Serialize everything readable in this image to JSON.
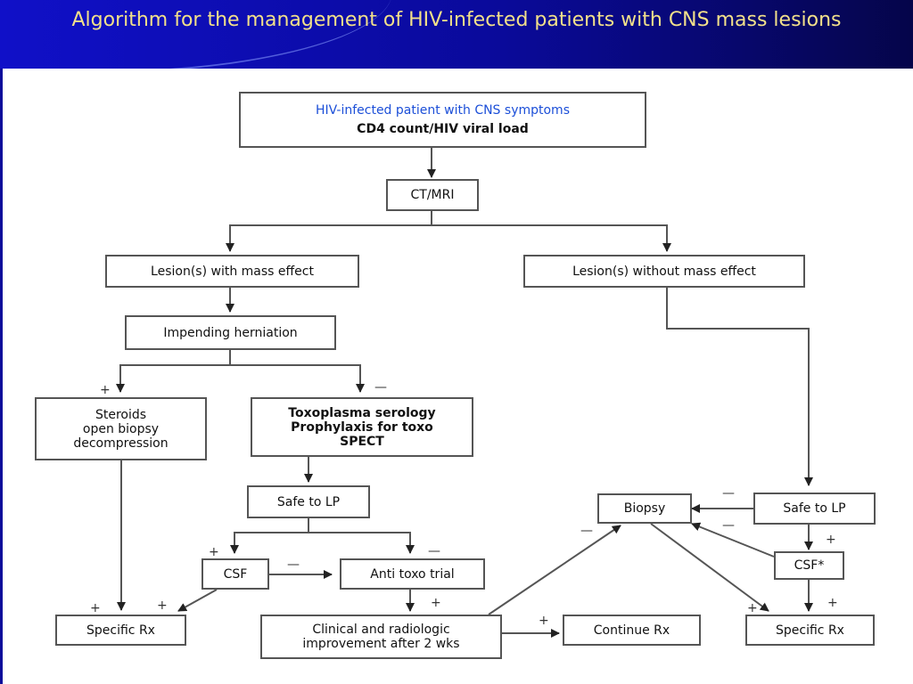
{
  "slide": {
    "title": "Algorithm for the management of HIV-infected patients with CNS mass lesions"
  },
  "nodes": {
    "start_line1": "HIV-infected patient with CNS symptoms",
    "start_line2": "CD4 count/HIV viral load",
    "ctmri": "CT/MRI",
    "mass_effect": "Lesion(s) with mass effect",
    "no_mass_effect": "Lesion(s) without mass effect",
    "herniation": "Impending herniation",
    "steroids_line1": "Steroids",
    "steroids_line2": "open biopsy",
    "steroids_line3": "decompression",
    "toxo_line1": "Toxoplasma serology",
    "toxo_line2": "Prophylaxis for toxo",
    "toxo_line3": "SPECT",
    "safe_lp_left": "Safe to LP",
    "csf_left": "CSF",
    "anti_toxo": "Anti toxo trial",
    "specific_rx_left": "Specific Rx",
    "improvement_line1": "Clinical and radiologic",
    "improvement_line2": "improvement after 2 wks",
    "continue_rx": "Continue Rx",
    "biopsy": "Biopsy",
    "safe_lp_right": "Safe to LP",
    "csf_right": "CSF*",
    "specific_rx_right": "Specific Rx"
  },
  "signs": {
    "plus": "+",
    "minus": "—"
  },
  "colors": {
    "title_bg": "#0a0a9a",
    "title_text": "#f2e08a",
    "box_border": "#555555",
    "start_line1_text": "#1c4fd8"
  }
}
